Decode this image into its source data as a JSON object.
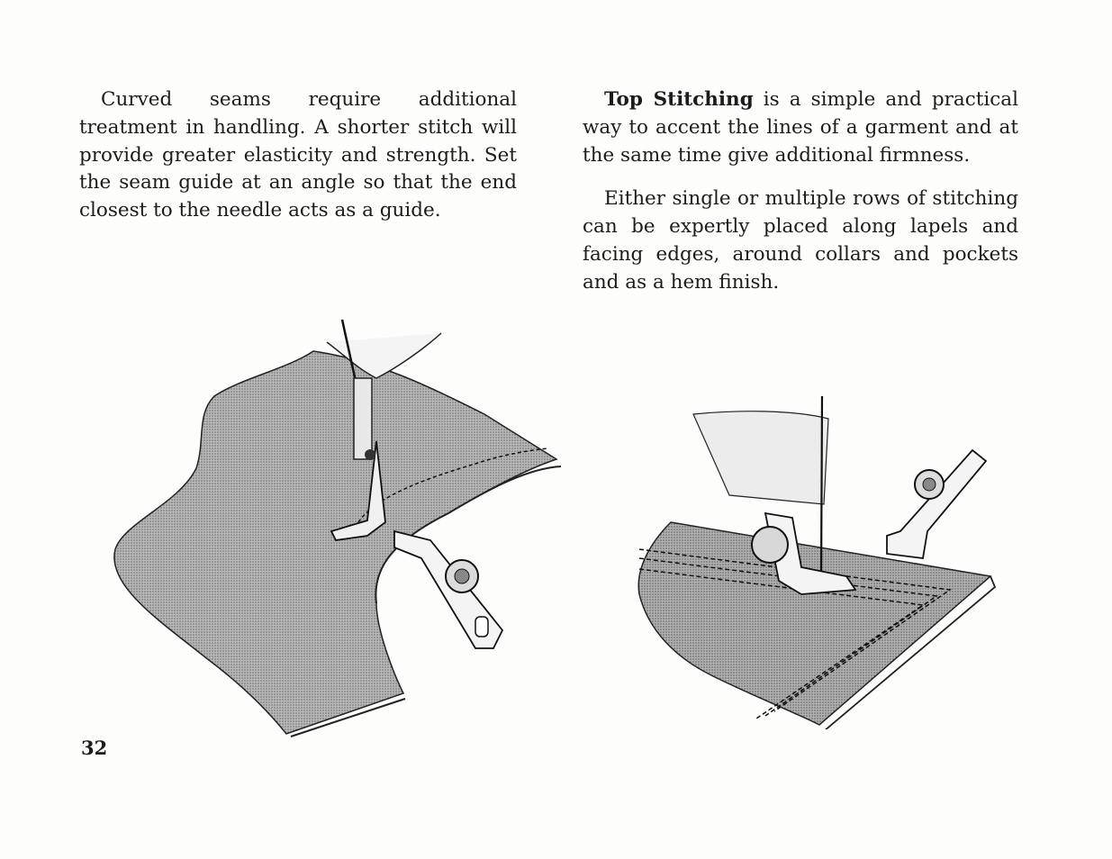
{
  "left_column": {
    "paragraph": "Curved seams require additional treatment in handling. A shorter stitch will provide greater elasticity and strength. Set the seam guide at an angle so that the end closest to the needle acts as a guide."
  },
  "right_column": {
    "paragraph1_bold": "Top Stitching",
    "paragraph1_rest": " is a simple and practical way to accent the lines of a garment and at the same time give additional firmness.",
    "paragraph2": "Either single or multiple rows of stitching can be expertly placed along lapels and facing edges, around collars and pockets and as a hem finish."
  },
  "page_number": "32",
  "colors": {
    "ink": "#1c1c1c",
    "paper": "#fdfdfb",
    "fabric": "#a9a9a9"
  }
}
